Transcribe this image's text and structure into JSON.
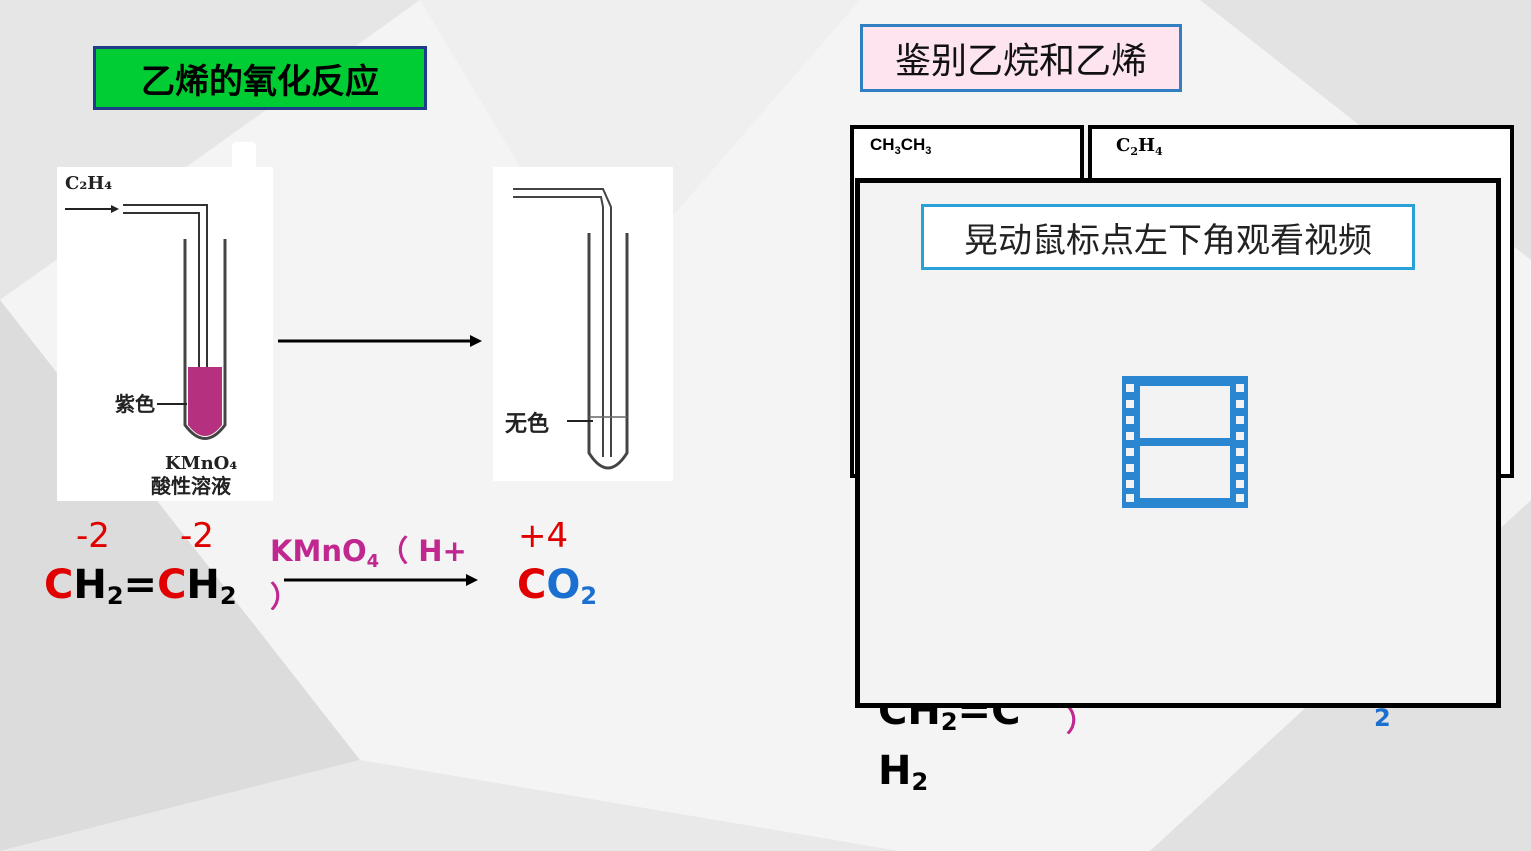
{
  "left": {
    "title": "乙烯的氧化反应",
    "tube1": {
      "gas_label": "C₂H₄",
      "color_label": "紫色",
      "reagent_line1": "KMnO₄",
      "reagent_line2": "酸性溶液"
    },
    "tube2": {
      "color_label": "无色"
    },
    "ox_states": {
      "c1": "-2",
      "c2": "-2",
      "product": "+4"
    },
    "reactant": {
      "c1": "C",
      "h2a": "H",
      "sub2a": "2",
      "eq": "=",
      "c2": "C",
      "h2b": "H",
      "sub2b": "2"
    },
    "condition": {
      "reagent": "KMnO",
      "reagent_sub": "4",
      "acid": "（ H+",
      "close": "）"
    },
    "product": {
      "c": "C",
      "o": "O",
      "sub": "2"
    }
  },
  "right": {
    "title": "鉴别乙烷和乙烯",
    "panel_a_label": {
      "text": "CH",
      "sub1": "3",
      "mid": "CH",
      "sub2": "3"
    },
    "panel_b_label": {
      "text": "C",
      "sub1": "2",
      "mid": "H",
      "sub2": "4"
    },
    "video_caption": "晃动鼠标点左下角观看视频",
    "bottom_fragments": {
      "ch": "CH",
      "sub2": "2",
      "eqc": "=C",
      "paren": "）",
      "h": "H",
      "hsub": "2",
      "co_sub": "2"
    }
  },
  "colors": {
    "red": "#e00000",
    "blue": "#1a6fd0",
    "magenta": "#c0278f",
    "green": "#00cc33"
  },
  "icons": {
    "video": "film-strip-icon"
  }
}
